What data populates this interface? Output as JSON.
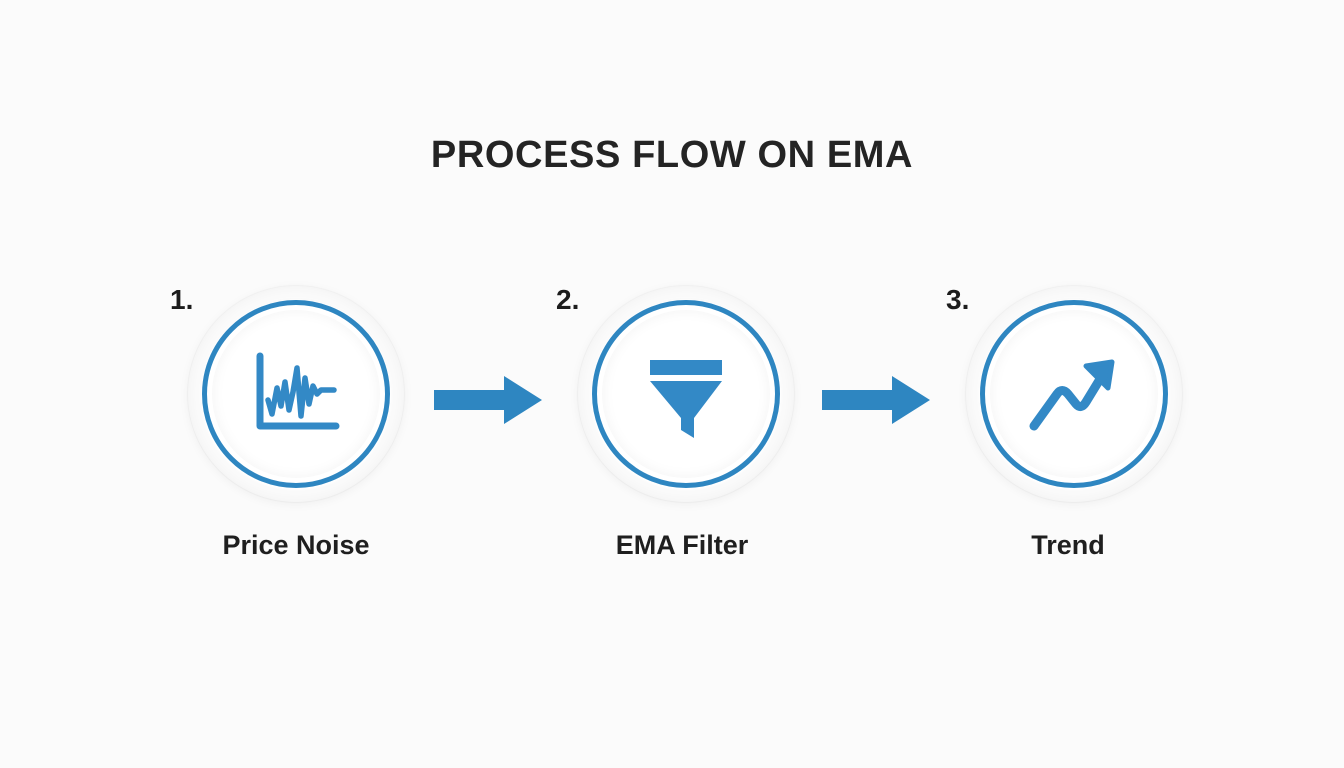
{
  "slide": {
    "title": "PROCESS FLOW ON EMA",
    "background_color": "#fbfbfb",
    "accent_color": "#2e86c1",
    "text_color": "#242424"
  },
  "flow": {
    "steps": [
      {
        "number": "1.",
        "label": "Price Noise",
        "icon": "volatile-line-chart-icon"
      },
      {
        "number": "2.",
        "label": "EMA Filter",
        "icon": "funnel-filter-icon"
      },
      {
        "number": "3.",
        "label": "Trend",
        "icon": "trend-up-arrow-icon"
      }
    ],
    "connectors": [
      {
        "icon": "arrow-right-icon"
      },
      {
        "icon": "arrow-right-icon"
      }
    ]
  }
}
